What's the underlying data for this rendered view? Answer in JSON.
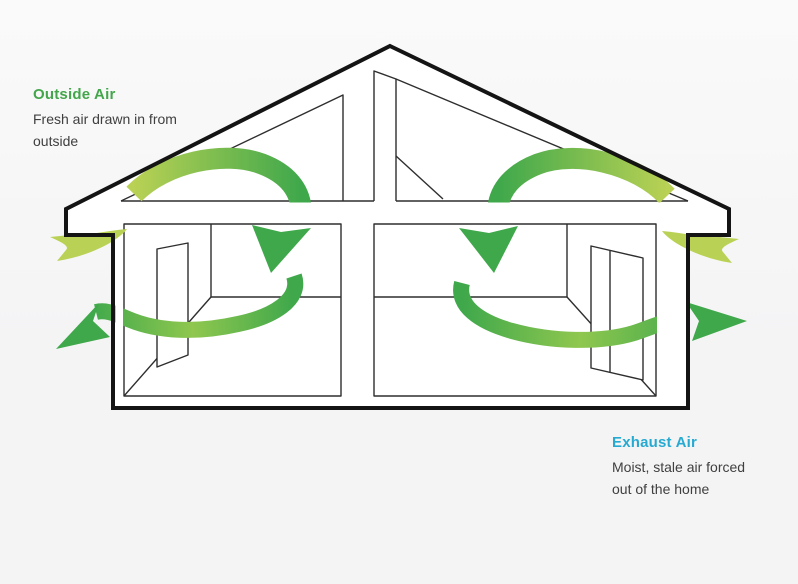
{
  "labels": {
    "outside_air": {
      "title": "Outside Air",
      "description": "Fresh air drawn in from outside"
    },
    "exhaust_air": {
      "title": "Exhaust Air",
      "description": "Moist, stale air forced out of the home"
    }
  },
  "colors": {
    "outside-air-title": "#43a64b",
    "exhaust-air-title": "#27aad2",
    "body-text": "#3f3f3f",
    "arrow-green": "#3fa84b",
    "arrow-lime": "#b9d154",
    "house-outline": "#141414",
    "interior-line": "#2e2e2e",
    "house-fill": "#ffffff",
    "background": "#f5f5f6"
  },
  "arrows": [
    {
      "name": "soffit-intake-arrow-left",
      "color": "arrow-lime",
      "direction": "into house at left eave"
    },
    {
      "name": "soffit-intake-arrow-right",
      "color": "arrow-lime",
      "direction": "into house at right eave"
    },
    {
      "name": "attic-airflow-arrow-left",
      "color": "lime-to-green gradient",
      "direction": "arc from left eave down into left room"
    },
    {
      "name": "attic-airflow-arrow-right",
      "color": "lime-to-green gradient",
      "direction": "arc from right eave down into right room"
    },
    {
      "name": "room-airflow-arrow-left",
      "color": "arrow-green",
      "direction": "sweeps left through left room, exits left wall"
    },
    {
      "name": "room-airflow-arrow-right",
      "color": "arrow-green",
      "direction": "sweeps right through right room, exits right wall"
    }
  ]
}
